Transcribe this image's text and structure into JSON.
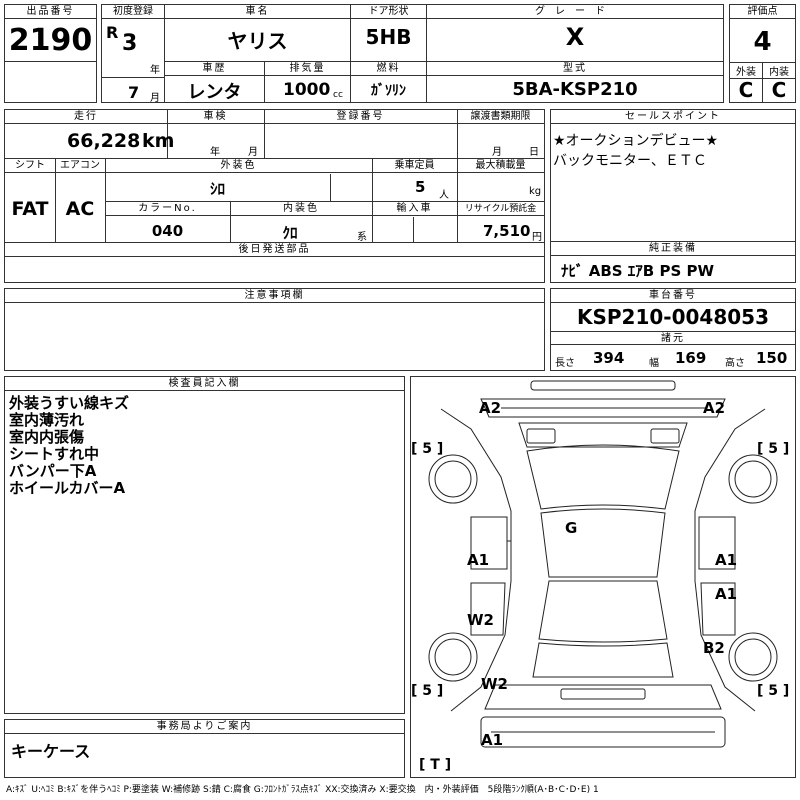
{
  "lot": {
    "header": "出品番号",
    "value": "2190"
  },
  "first_reg": {
    "header": "初度登録",
    "era": "R",
    "year": "3",
    "year_unit": "年",
    "month": "7",
    "month_unit": "月"
  },
  "car_name": {
    "header": "車名",
    "value": "ヤリス"
  },
  "door": {
    "header": "ドア形状",
    "value": "5HB"
  },
  "grade": {
    "header": "グレード",
    "value": "X"
  },
  "score": {
    "header": "評価点",
    "value": "4",
    "ext_header": "外装",
    "int_header": "内装",
    "ext_value": "C",
    "int_value": "C"
  },
  "history": {
    "header": "車歴",
    "value": "レンタ"
  },
  "displacement": {
    "header": "排気量",
    "value": "1000",
    "unit": "cc"
  },
  "fuel": {
    "header": "燃料",
    "value": "ｶﾞｿﾘﾝ"
  },
  "model": {
    "header": "型式",
    "value": "5BA-KSP210"
  },
  "mileage": {
    "header": "走行",
    "value": "66,228",
    "unit": "km"
  },
  "inspection": {
    "header": "車検",
    "year_unit": "年",
    "month_unit": "月"
  },
  "reg_no": {
    "header": "登録番号"
  },
  "transfer": {
    "header": "譲渡書類期限",
    "month_unit": "月",
    "day_unit": "日"
  },
  "shift": {
    "header": "シフト",
    "value": "FAT"
  },
  "ac": {
    "header": "エアコン",
    "value": "AC"
  },
  "ext_color": {
    "header": "外装色",
    "value": "ｼﾛ"
  },
  "capacity": {
    "header": "乗車定員",
    "value": "5",
    "unit": "人"
  },
  "max_load": {
    "header": "最大積載量",
    "unit": "kg"
  },
  "color_no": {
    "header": "カラーNo.",
    "value": "040"
  },
  "int_color": {
    "header": "内装色",
    "value": "ｸﾛ",
    "unit": "系"
  },
  "import": {
    "header": "輸入車"
  },
  "recycle": {
    "header": "リサイクル預託金",
    "value": "7,510",
    "unit": "円"
  },
  "later_parts": {
    "header": "後日発送部品"
  },
  "notes": {
    "header": "注意事項欄"
  },
  "sales_point": {
    "header": "セールスポイント",
    "lines": [
      "★オークションデビュー★",
      "バックモニター、ＥＴＣ"
    ]
  },
  "equipment": {
    "header": "純正装備",
    "value": "ﾅﾋﾞ ABS ｴｱB PS PW"
  },
  "chassis": {
    "header": "車台番号",
    "value": "KSP210-0048053"
  },
  "dims": {
    "header": "諸元",
    "len_label": "長さ",
    "len": "394",
    "wid_label": "幅",
    "wid": "169",
    "hgt_label": "高さ",
    "hgt": "150"
  },
  "inspector": {
    "header": "検査員記入欄",
    "lines": [
      "外装うすい線キズ",
      "室内薄汚れ",
      "室内内張傷",
      "シートすれ中",
      "バンパー下A",
      "ホイールカバーA"
    ]
  },
  "office": {
    "header": "事務局よりご案内",
    "value": "キーケース"
  },
  "diagram": {
    "labels": {
      "a2_left": "A2",
      "a2_right": "A2",
      "g": "G",
      "a1_left": "A1",
      "a1_right": "A1",
      "a1_right2": "A1",
      "w2_left": "W2",
      "w2_left2": "W2",
      "b2_right": "B2",
      "a1_bottom": "A1",
      "tire_fl": "[ 5 ]",
      "tire_fr": "[ 5 ]",
      "tire_rl": "[ 5 ]",
      "tire_rr": "[ 5 ]",
      "spare": "[ T ]"
    }
  },
  "legend": "A:ｷｽﾞ U:ﾍｺﾐ B:ｷｽﾞを伴うﾍｺﾐ P:要塗装 W:補修跡 S:錆 C:腐食 G:ﾌﾛﾝﾄｶﾞﾗｽ点ｷｽﾞ XX:交換済み X:要交換　内・外装評価　5段階ﾗﾝｸ順(A･B･C･D･E) 1"
}
